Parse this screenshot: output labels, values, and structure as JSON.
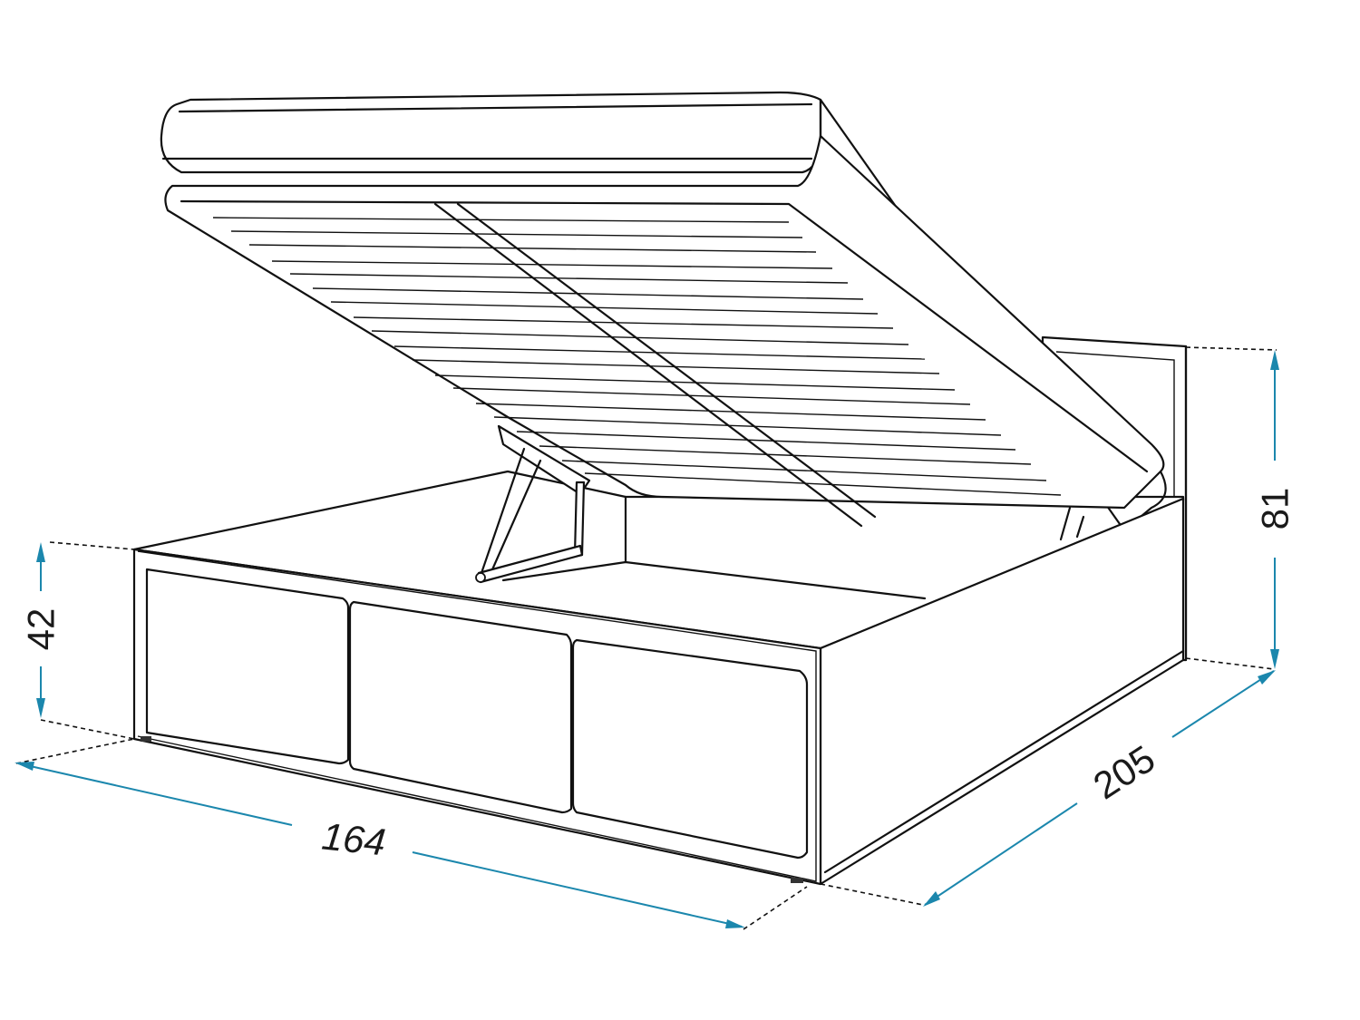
{
  "diagram": {
    "subject": "Upholstered ottoman bed with gas-lift storage, slatted base raised",
    "colors": {
      "outline": "#111111",
      "dimension_line": "#1b87ad",
      "background": "#ffffff"
    },
    "dimensions": {
      "width": {
        "value": "164",
        "axis": "front width"
      },
      "length": {
        "value": "205",
        "axis": "side length"
      },
      "frame_height": {
        "value": "42",
        "axis": "base height"
      },
      "headboard_height": {
        "value": "81",
        "axis": "total height"
      }
    }
  }
}
